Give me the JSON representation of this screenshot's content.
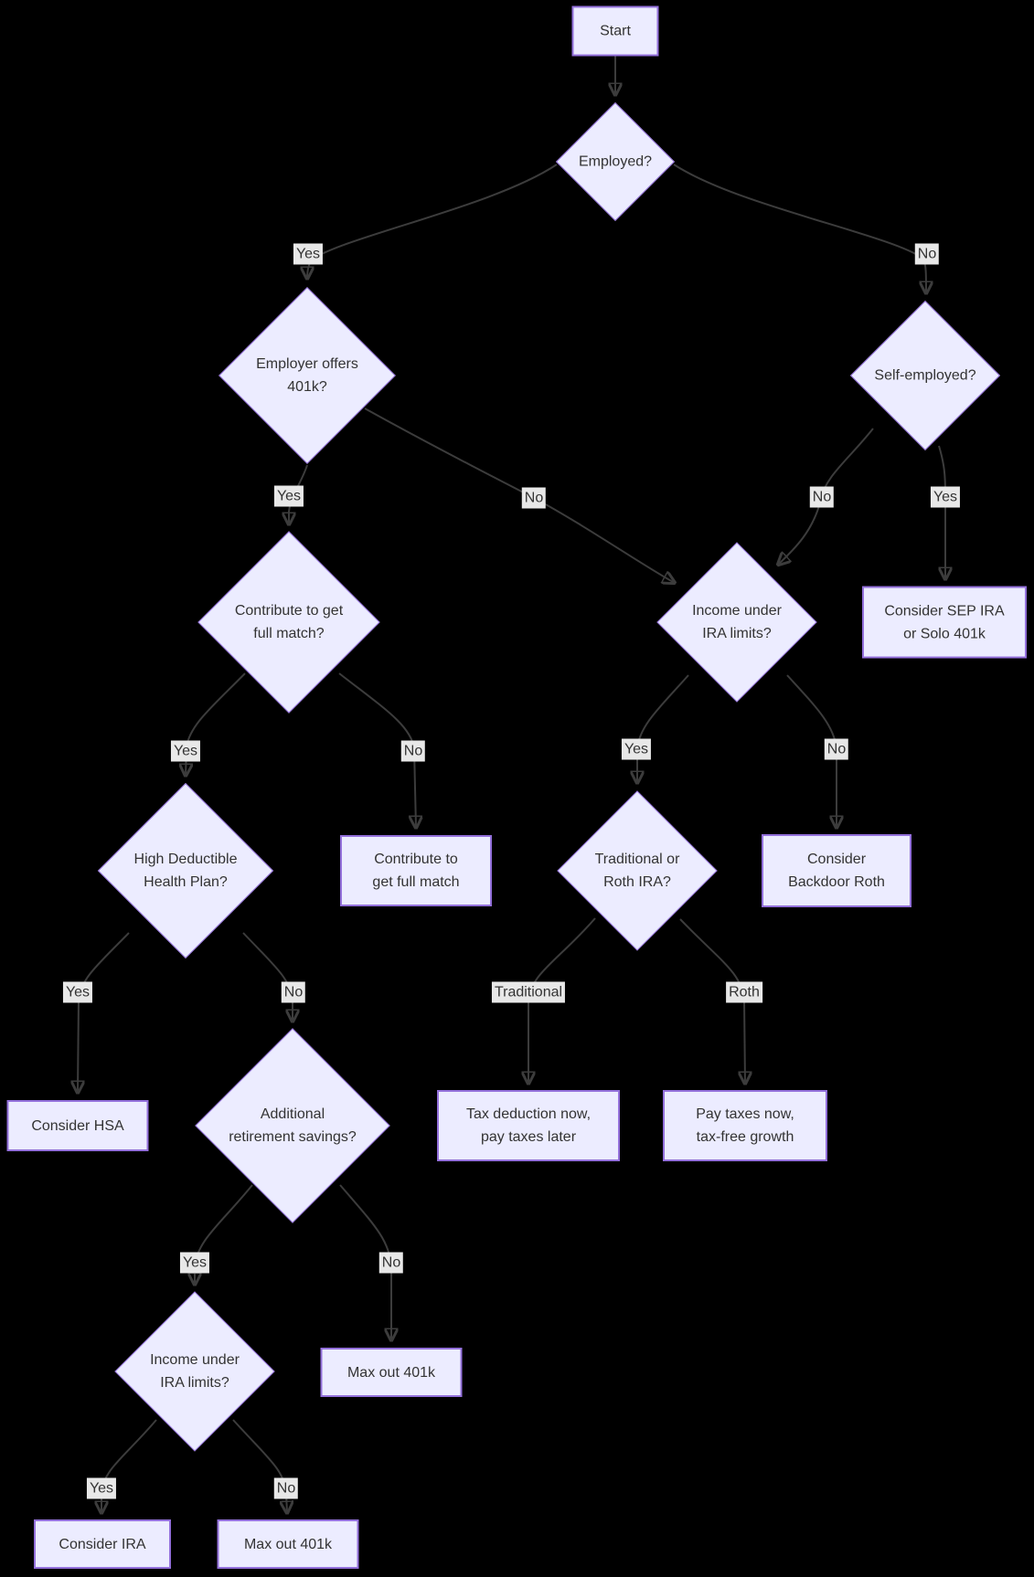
{
  "diagram": {
    "kind": "decision-flowchart",
    "colors": {
      "background": "#000000",
      "node_fill": "#ECECFF",
      "node_border": "#9370DB",
      "node_text": "#333333",
      "edge_stroke": "#3c3c3c",
      "edge_label_bg": "#e8e8e8",
      "edge_label_text": "#333333"
    }
  },
  "nodes": {
    "start": {
      "label": "Start",
      "shape": "rect"
    },
    "employed": {
      "label": "Employed?",
      "shape": "diamond"
    },
    "employer_401k": {
      "label": "Employer offers\n401k?",
      "shape": "diamond"
    },
    "self_employed": {
      "label": "Self-employed?",
      "shape": "diamond"
    },
    "contribute_match_q": {
      "label": "Contribute to get\nfull match?",
      "shape": "diamond"
    },
    "income_ira_main": {
      "label": "Income under\nIRA limits?",
      "shape": "diamond"
    },
    "sep_ira": {
      "label": "Consider SEP IRA\nor Solo 401k",
      "shape": "rect"
    },
    "hdhp": {
      "label": "High Deductible\nHealth Plan?",
      "shape": "diamond"
    },
    "contribute_match": {
      "label": "Contribute to\nget full match",
      "shape": "rect"
    },
    "trad_or_roth": {
      "label": "Traditional or\nRoth IRA?",
      "shape": "diamond"
    },
    "backdoor_roth": {
      "label": "Consider\nBackdoor Roth",
      "shape": "rect"
    },
    "consider_hsa": {
      "label": "Consider HSA",
      "shape": "rect"
    },
    "additional_savings": {
      "label": "Additional\nretirement savings?",
      "shape": "diamond"
    },
    "tax_deduction": {
      "label": "Tax deduction now,\npay taxes later",
      "shape": "rect"
    },
    "pay_taxes": {
      "label": "Pay taxes now,\ntax-free growth",
      "shape": "rect"
    },
    "income_ira_2": {
      "label": "Income under\nIRA limits?",
      "shape": "diamond"
    },
    "max_401k_a": {
      "label": "Max out 401k",
      "shape": "rect"
    },
    "consider_ira": {
      "label": "Consider IRA",
      "shape": "rect"
    },
    "max_401k_b": {
      "label": "Max out 401k",
      "shape": "rect"
    }
  },
  "edges": [
    {
      "from": "start",
      "to": "employed",
      "label": ""
    },
    {
      "from": "employed",
      "to": "employer_401k",
      "label": "Yes"
    },
    {
      "from": "employed",
      "to": "self_employed",
      "label": "No"
    },
    {
      "from": "employer_401k",
      "to": "contribute_match_q",
      "label": "Yes"
    },
    {
      "from": "employer_401k",
      "to": "income_ira_main",
      "label": "No"
    },
    {
      "from": "self_employed",
      "to": "income_ira_main",
      "label": "No"
    },
    {
      "from": "self_employed",
      "to": "sep_ira",
      "label": "Yes"
    },
    {
      "from": "contribute_match_q",
      "to": "hdhp",
      "label": "Yes"
    },
    {
      "from": "contribute_match_q",
      "to": "contribute_match",
      "label": "No"
    },
    {
      "from": "income_ira_main",
      "to": "trad_or_roth",
      "label": "Yes"
    },
    {
      "from": "income_ira_main",
      "to": "backdoor_roth",
      "label": "No"
    },
    {
      "from": "hdhp",
      "to": "consider_hsa",
      "label": "Yes"
    },
    {
      "from": "hdhp",
      "to": "additional_savings",
      "label": "No"
    },
    {
      "from": "trad_or_roth",
      "to": "tax_deduction",
      "label": "Traditional"
    },
    {
      "from": "trad_or_roth",
      "to": "pay_taxes",
      "label": "Roth"
    },
    {
      "from": "additional_savings",
      "to": "income_ira_2",
      "label": "Yes"
    },
    {
      "from": "additional_savings",
      "to": "max_401k_a",
      "label": "No"
    },
    {
      "from": "income_ira_2",
      "to": "consider_ira",
      "label": "Yes"
    },
    {
      "from": "income_ira_2",
      "to": "max_401k_b",
      "label": "No"
    }
  ]
}
